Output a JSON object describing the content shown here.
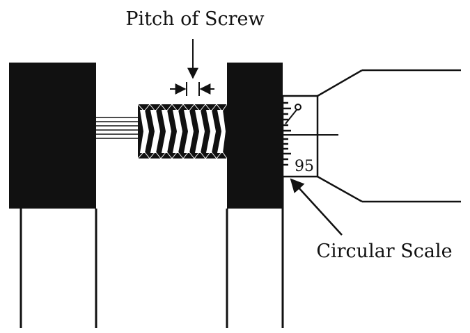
{
  "labels": {
    "pitch": "Pitch of Screw",
    "circular_scale": "Circular Scale",
    "scale_reading": "95"
  },
  "colors": {
    "ink": "#111111",
    "background": "#ffffff"
  }
}
